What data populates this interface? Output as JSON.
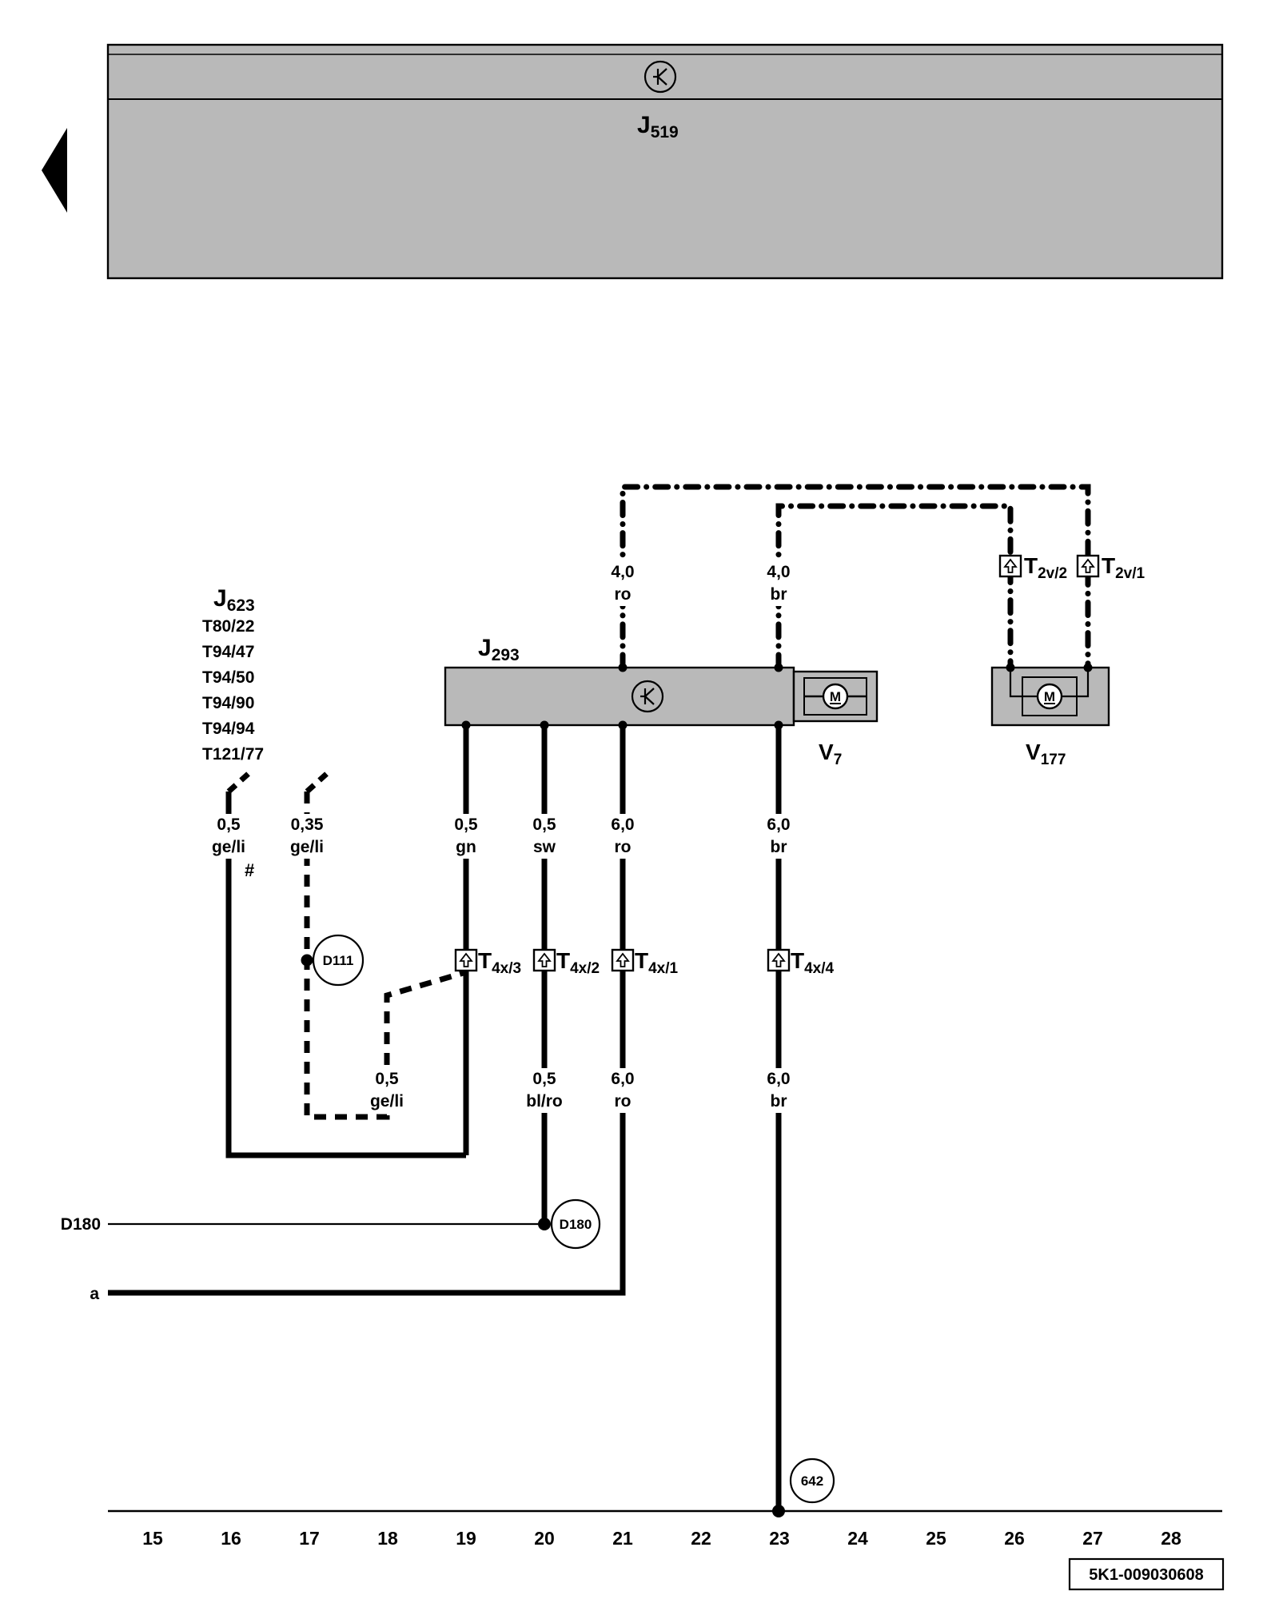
{
  "colors": {
    "module_fill": "#b9b9b9",
    "wire": "#000000",
    "background": "#ffffff"
  },
  "top_module": {
    "label": "J",
    "label_sub": "519"
  },
  "left_connector_block": {
    "label": "J",
    "label_sub": "623",
    "pins": [
      "T80/22",
      "T94/47",
      "T94/50",
      "T94/90",
      "T94/94",
      "T121/77"
    ]
  },
  "modules": {
    "j293": {
      "label": "J",
      "label_sub": "293"
    },
    "v7": {
      "label": "V",
      "label_sub": "7",
      "motor": "M"
    },
    "v177": {
      "label": "V",
      "label_sub": "177",
      "motor": "M"
    }
  },
  "connectors": {
    "t2v2": {
      "label": "T",
      "sub": "2v/2"
    },
    "t2v1": {
      "label": "T",
      "sub": "2v/1"
    },
    "t4x3": {
      "label": "T",
      "sub": "4x/3"
    },
    "t4x2": {
      "label": "T",
      "sub": "4x/2"
    },
    "t4x1": {
      "label": "T",
      "sub": "4x/1"
    },
    "t4x4": {
      "label": "T",
      "sub": "4x/4"
    }
  },
  "wire_labels": {
    "ro_top": {
      "gauge": "4,0",
      "color": "ro"
    },
    "br_top": {
      "gauge": "4,0",
      "color": "br"
    },
    "geli_left": {
      "gauge": "0,5",
      "color": "ge/li"
    },
    "geli_dashed": {
      "gauge": "0,35",
      "color": "ge/li"
    },
    "gn": {
      "gauge": "0,5",
      "color": "gn"
    },
    "sw": {
      "gauge": "0,5",
      "color": "sw"
    },
    "ro_mid": {
      "gauge": "6,0",
      "color": "ro"
    },
    "br_mid": {
      "gauge": "6,0",
      "color": "br"
    },
    "geli_lower": {
      "gauge": "0,5",
      "color": "ge/li"
    },
    "blro": {
      "gauge": "0,5",
      "color": "bl/ro"
    },
    "ro_lower": {
      "gauge": "6,0",
      "color": "ro"
    },
    "br_lower": {
      "gauge": "6,0",
      "color": "br"
    }
  },
  "markers": {
    "d111": "D111",
    "d180": "D180",
    "d180_ref": "D180",
    "ground_642": "642",
    "hash": "#",
    "a_ref": "a"
  },
  "grid": [
    "15",
    "16",
    "17",
    "18",
    "19",
    "20",
    "21",
    "22",
    "23",
    "24",
    "25",
    "26",
    "27",
    "28"
  ],
  "footer": {
    "part_number": "5K1-009030608"
  }
}
